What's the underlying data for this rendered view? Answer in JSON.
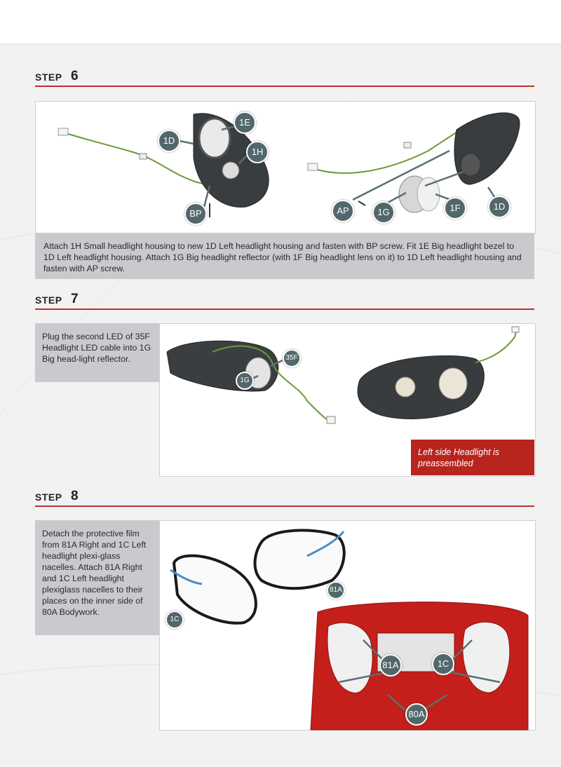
{
  "steps": [
    {
      "word": "STEP",
      "number": "6",
      "text": "Attach 1H Small headlight housing to new 1D Left headlight housing and fasten with BP screw. Fit 1E Big headlight bezel to 1D Left headlight housing. Attach 1G Big headlight reflector (with 1F Big headlight lens on it) to 1D Left headlight housing and fasten with AP screw.",
      "callouts": [
        "1E",
        "1D",
        "1H",
        "BP",
        "AP",
        "1G",
        "1F",
        "1D"
      ]
    },
    {
      "word": "STEP",
      "number": "7",
      "text": "Plug the second LED of 35F Headlight LED cable into 1G Big head-light reflector.",
      "callouts": [
        "35F",
        "1G"
      ],
      "note": "Left side Headlight is preassembled"
    },
    {
      "word": "STEP",
      "number": "8",
      "text": "Detach the protective film from 81A Right and 1C Left headlight plexi-glass nacelles. Attach 81A Right and 1C Left headlight plexiglass nacelles to their places on the inner side of 80A Bodywork.",
      "callouts": [
        "81A",
        "1C",
        "81A",
        "1C",
        "80A"
      ]
    }
  ],
  "colors": {
    "accent": "#b8322b",
    "callout": "#52676b",
    "caption_bg": "#cacace",
    "note_bg": "#b8251f",
    "bodywork_red": "#c41f1a"
  }
}
